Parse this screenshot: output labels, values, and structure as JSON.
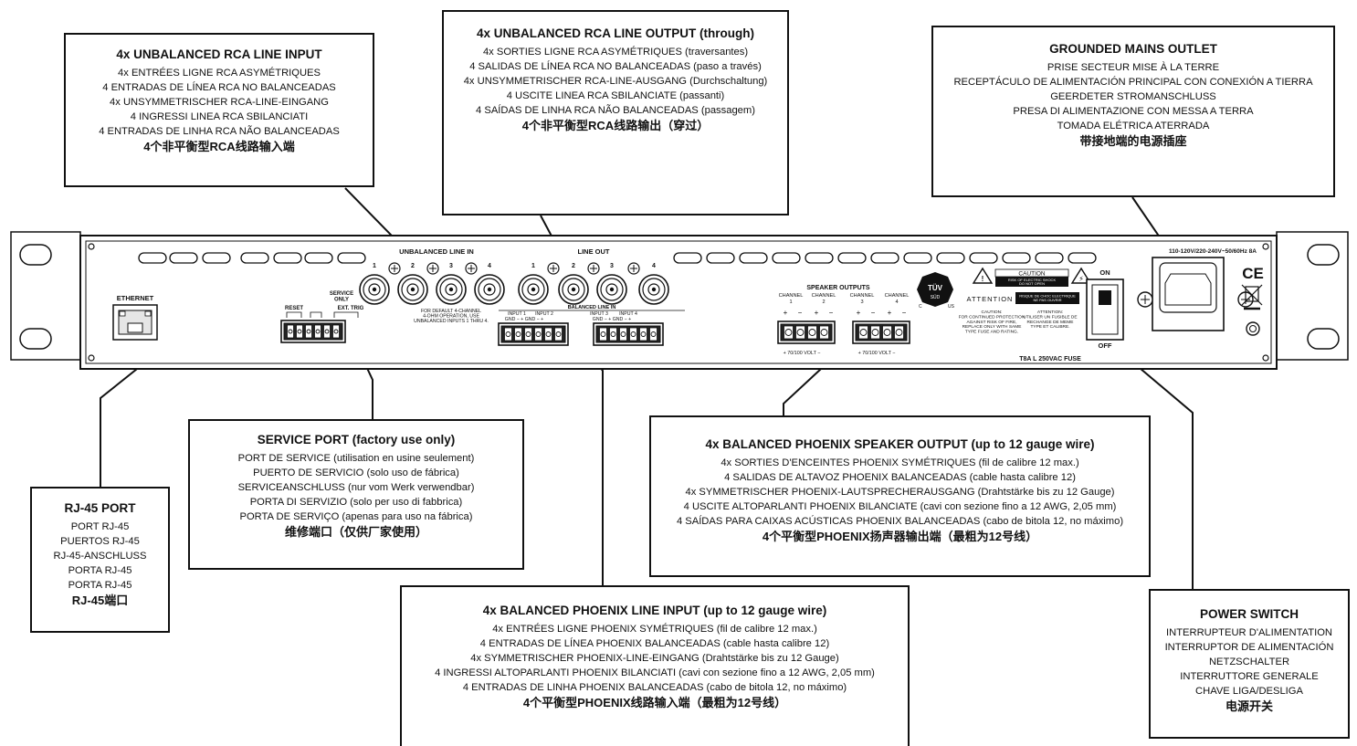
{
  "panel": {
    "ethernet_label": "ETHERNET",
    "unbalanced_line_in_label": "UNBALANCED LINE IN",
    "line_out_label": "LINE OUT",
    "channel_numbers": [
      "1",
      "2",
      "3",
      "4"
    ],
    "service_only_label": "SERVICE\nONLY",
    "reset_label": "RESET",
    "ext_trig_label": "EXT. TRIG",
    "default_note": "FOR DEFAULT 4-CHANNEL\n4-OHM OPERATION, USE\nUNBALANCED INPUTS 1 THRU 4.",
    "balanced_line_in_label": "BALANCED LINE IN",
    "input_labels": [
      "INPUT 1",
      "INPUT 2",
      "INPUT 3",
      "INPUT 4"
    ],
    "gnd_label": "GND",
    "speaker_outputs_label": "SPEAKER OUTPUTS",
    "channel_label": "CHANNEL",
    "volt_label": "+ 70/100 VOLT −",
    "tuv_label": "TÜV",
    "tuv_sub": "SÜD",
    "tuv_side_c": "C",
    "tuv_side_us": "US",
    "caution_title": "CAUTION",
    "caution_sub": "RISK OF ELECTRIC SHOCK\nDO NOT OPEN",
    "attention_label": "ATTENTION",
    "attention_sub": "RISQUE DE CHOC ELECTRIQUE\nNE PAS OUVRIR",
    "caution_text": "CAUTION:\nFOR CONTINUED PROTECTION\nAGAINST RISK OF FIRE,\nREPLACE ONLY WITH SAME\nTYPE FUSE AND RATING.",
    "attention_text": "ATTENTION:\nUTILISER UN FUSIBLE DE\nRECHANGE DE MEME\nTYPE ET CALIBRE.",
    "fuse_label": "T8A L 250VAC FUSE",
    "voltage_label": "110-120V/220-240V~50/60Hz 8A",
    "on_label": "ON",
    "off_label": "OFF",
    "ce_label": "CE"
  },
  "callouts": {
    "rca_input": {
      "title": "4x UNBALANCED RCA LINE INPUT",
      "lines": [
        "4x ENTRÉES LIGNE RCA ASYMÉTRIQUES",
        "4 ENTRADAS DE LÍNEA RCA NO BALANCEADAS",
        "4x UNSYMMETRISCHER RCA-LINE-EINGANG",
        "4 INGRESSI LINEA RCA SBILANCIATI",
        "4 ENTRADAS DE LINHA RCA NÃO BALANCEADAS"
      ],
      "zh": "4个非平衡型RCA线路输入端"
    },
    "rca_output": {
      "title": "4x UNBALANCED RCA LINE OUTPUT (through)",
      "lines": [
        "4x SORTIES LIGNE RCA ASYMÉTRIQUES (traversantes)",
        "4 SALIDAS DE  LÍNEA RCA NO BALANCEADAS (paso a través)",
        "4x UNSYMMETRISCHER RCA-LINE-AUSGANG (Durchschaltung)",
        "4 USCITE LINEA RCA SBILANCIATE (passanti)",
        "4 SAÍDAS DE LINHA RCA NÃO BALANCEADAS (passagem)"
      ],
      "zh": "4个非平衡型RCA线路输出（穿过）"
    },
    "mains": {
      "title": "GROUNDED MAINS OUTLET",
      "lines": [
        "PRISE SECTEUR MISE À LA TERRE",
        "RECEPTÁCULO DE ALIMENTACIÓN PRINCIPAL CON CONEXIÓN A TIERRA",
        "GEERDETER STROMANSCHLUSS",
        "PRESA DI ALIMENTAZIONE CON MESSA A TERRA",
        "TOMADA ELÉTRICA ATERRADA"
      ],
      "zh": "带接地端的电源插座"
    },
    "service": {
      "title": "SERVICE PORT (factory use only)",
      "lines": [
        "PORT DE SERVICE (utilisation en usine seulement)",
        "PUERTO DE SERVICIO (solo uso de fábrica)",
        "SERVICEANSCHLUSS (nur vom Werk verwendbar)",
        "PORTA DI SERVIZIO (solo per uso di fabbrica)",
        "PORTA DE SERVIÇO (apenas para uso na fábrica)"
      ],
      "zh": "维修端口（仅供厂家使用）"
    },
    "rj45": {
      "title": "RJ-45 PORT",
      "lines": [
        "PORT RJ-45",
        "PUERTOS RJ-45",
        "RJ-45-ANSCHLUSS",
        "PORTA RJ-45",
        "PORTA RJ-45"
      ],
      "zh": "RJ-45端口"
    },
    "speaker": {
      "title": "4x BALANCED PHOENIX SPEAKER OUTPUT (up to 12 gauge wire)",
      "lines": [
        "4x SORTIES D'ENCEINTES PHOENIX SYMÉTRIQUES (fil de calibre 12 max.)",
        "4 SALIDAS DE ALTAVOZ PHOENIX BALANCEADAS (cable hasta calibre 12)",
        "4x SYMMETRISCHER PHOENIX-LAUTSPRECHERAUSGANG (Drahtstärke bis zu 12 Gauge)",
        "4 USCITE ALTOPARLANTI PHOENIX BILANCIATE (cavi con sezione fino a 12 AWG, 2,05 mm)",
        "4 SAÍDAS PARA CAIXAS ACÚSTICAS PHOENIX BALANCEADAS (cabo de bitola 12, no máximo)"
      ],
      "zh": "4个平衡型PHOENIX扬声器输出端（最粗为12号线）"
    },
    "phoenix_input": {
      "title": "4x BALANCED PHOENIX LINE INPUT (up to 12 gauge wire)",
      "lines": [
        "4x ENTRÉES LIGNE PHOENIX SYMÉTRIQUES (fil de calibre 12 max.)",
        "4 ENTRADAS DE LÍNEA PHOENIX BALANCEADAS (cable hasta calibre 12)",
        "4x SYMMETRISCHER PHOENIX-LINE-EINGANG (Drahtstärke bis zu 12 Gauge)",
        "4 INGRESSI ALTOPARLANTI PHOENIX BILANCIATI (cavi con sezione fino a 12 AWG, 2,05 mm)",
        "4 ENTRADAS DE LINHA PHOENIX BALANCEADAS (cabo de bitola 12, no máximo)"
      ],
      "zh": "4个平衡型PHOENIX线路输入端（最粗为12号线）"
    },
    "power": {
      "title": "POWER SWITCH",
      "lines": [
        "INTERRUPTEUR D'ALIMENTATION",
        "INTERRUPTOR DE ALIMENTACIÓN",
        "NETZSCHALTER",
        "INTERRUTTORE GENERALE",
        "CHAVE LIGA/DESLIGA"
      ],
      "zh": "电源开关"
    }
  }
}
